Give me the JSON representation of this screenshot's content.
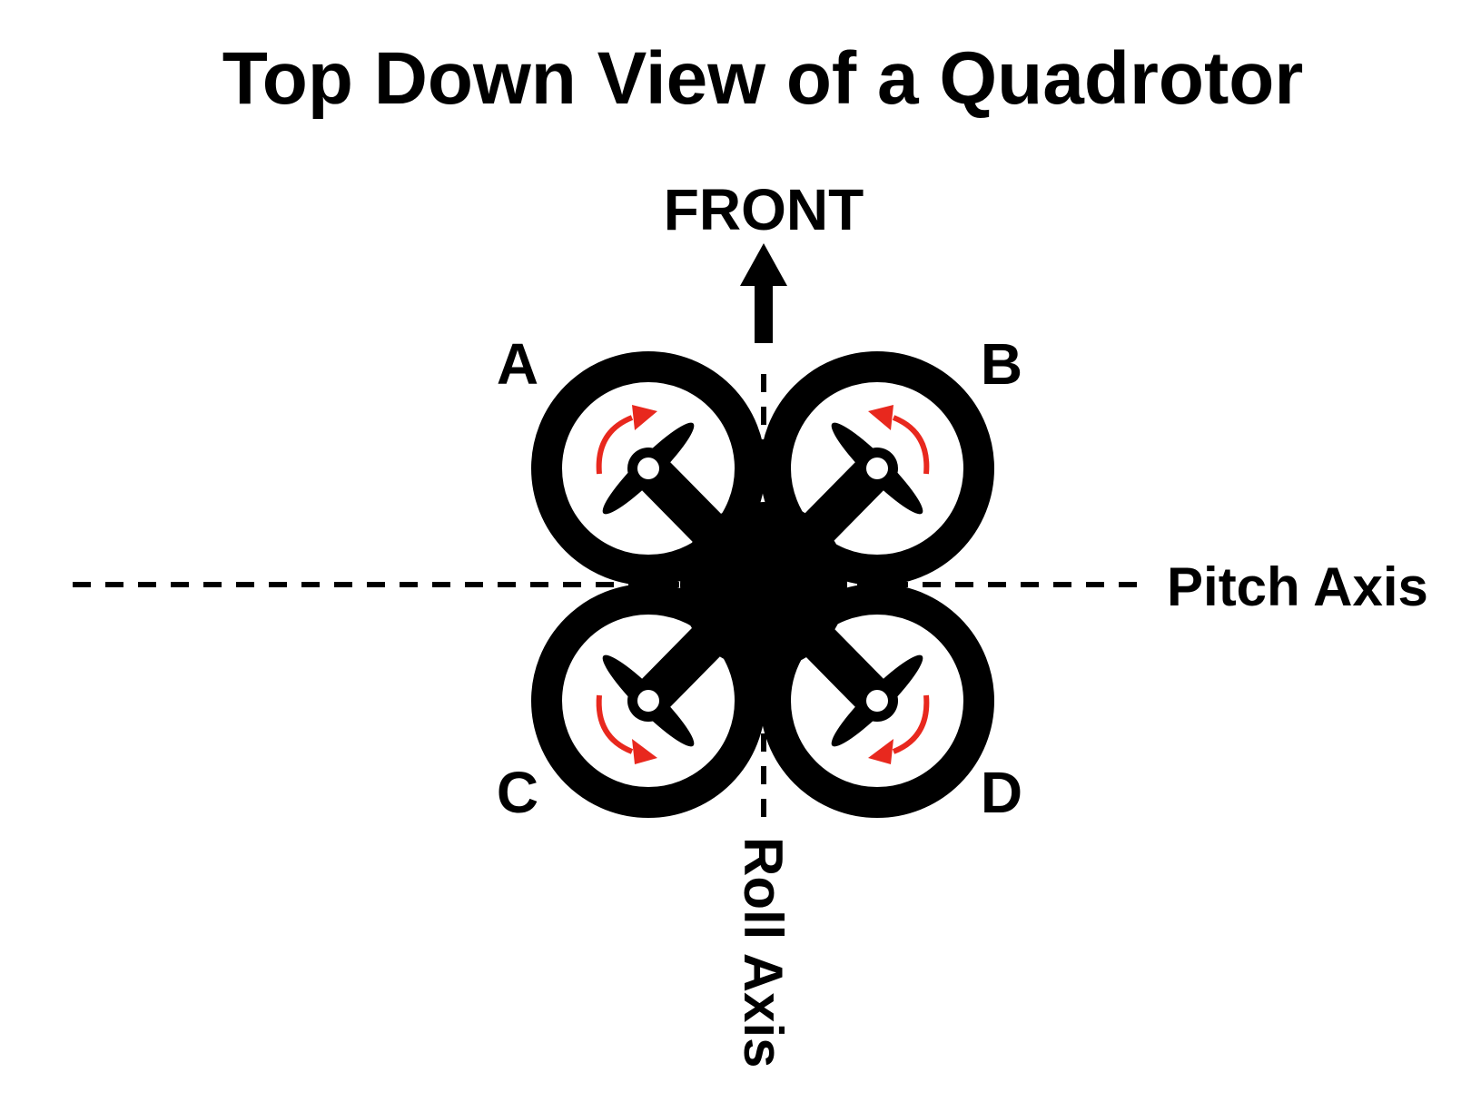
{
  "title": "Top Down View of a Quadrotor",
  "front_label": "FRONT",
  "pitch_axis_label": "Pitch Axis",
  "roll_axis_label": "Roll Axis",
  "rotors": [
    {
      "id": "A",
      "label": "A",
      "spin": "clockwise"
    },
    {
      "id": "B",
      "label": "B",
      "spin": "counterclockwise"
    },
    {
      "id": "C",
      "label": "C",
      "spin": "counterclockwise"
    },
    {
      "id": "D",
      "label": "D",
      "spin": "clockwise"
    }
  ],
  "colors": {
    "body": "#000000",
    "rotation_arrow": "#e8281e",
    "background": "#ffffff"
  }
}
